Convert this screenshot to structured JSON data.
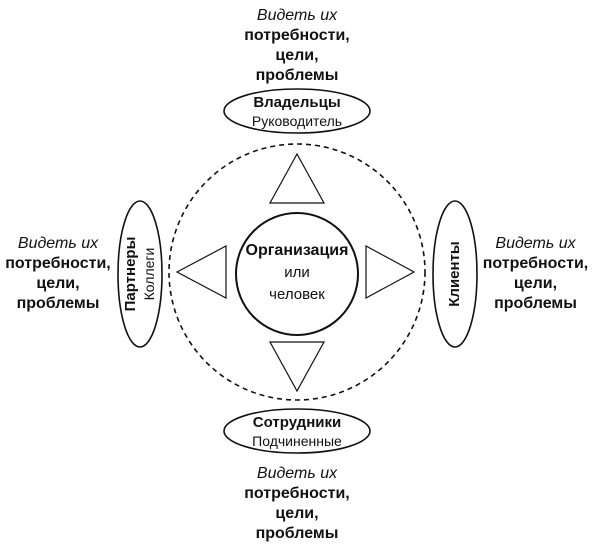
{
  "center": {
    "title": "Организация",
    "line2": "или",
    "line3": "человек"
  },
  "top": {
    "title": "Владельцы",
    "subtitle": "Руководитель"
  },
  "bottom": {
    "title": "Сотрудники",
    "subtitle": "Подчиненные"
  },
  "left": {
    "title": "Партнеры",
    "subtitle": "Коллеги"
  },
  "right": {
    "title": "Клиенты"
  },
  "caption": {
    "intro": "Видеть их",
    "line1": "потребности,",
    "line2": "цели,",
    "line3": "проблемы"
  }
}
